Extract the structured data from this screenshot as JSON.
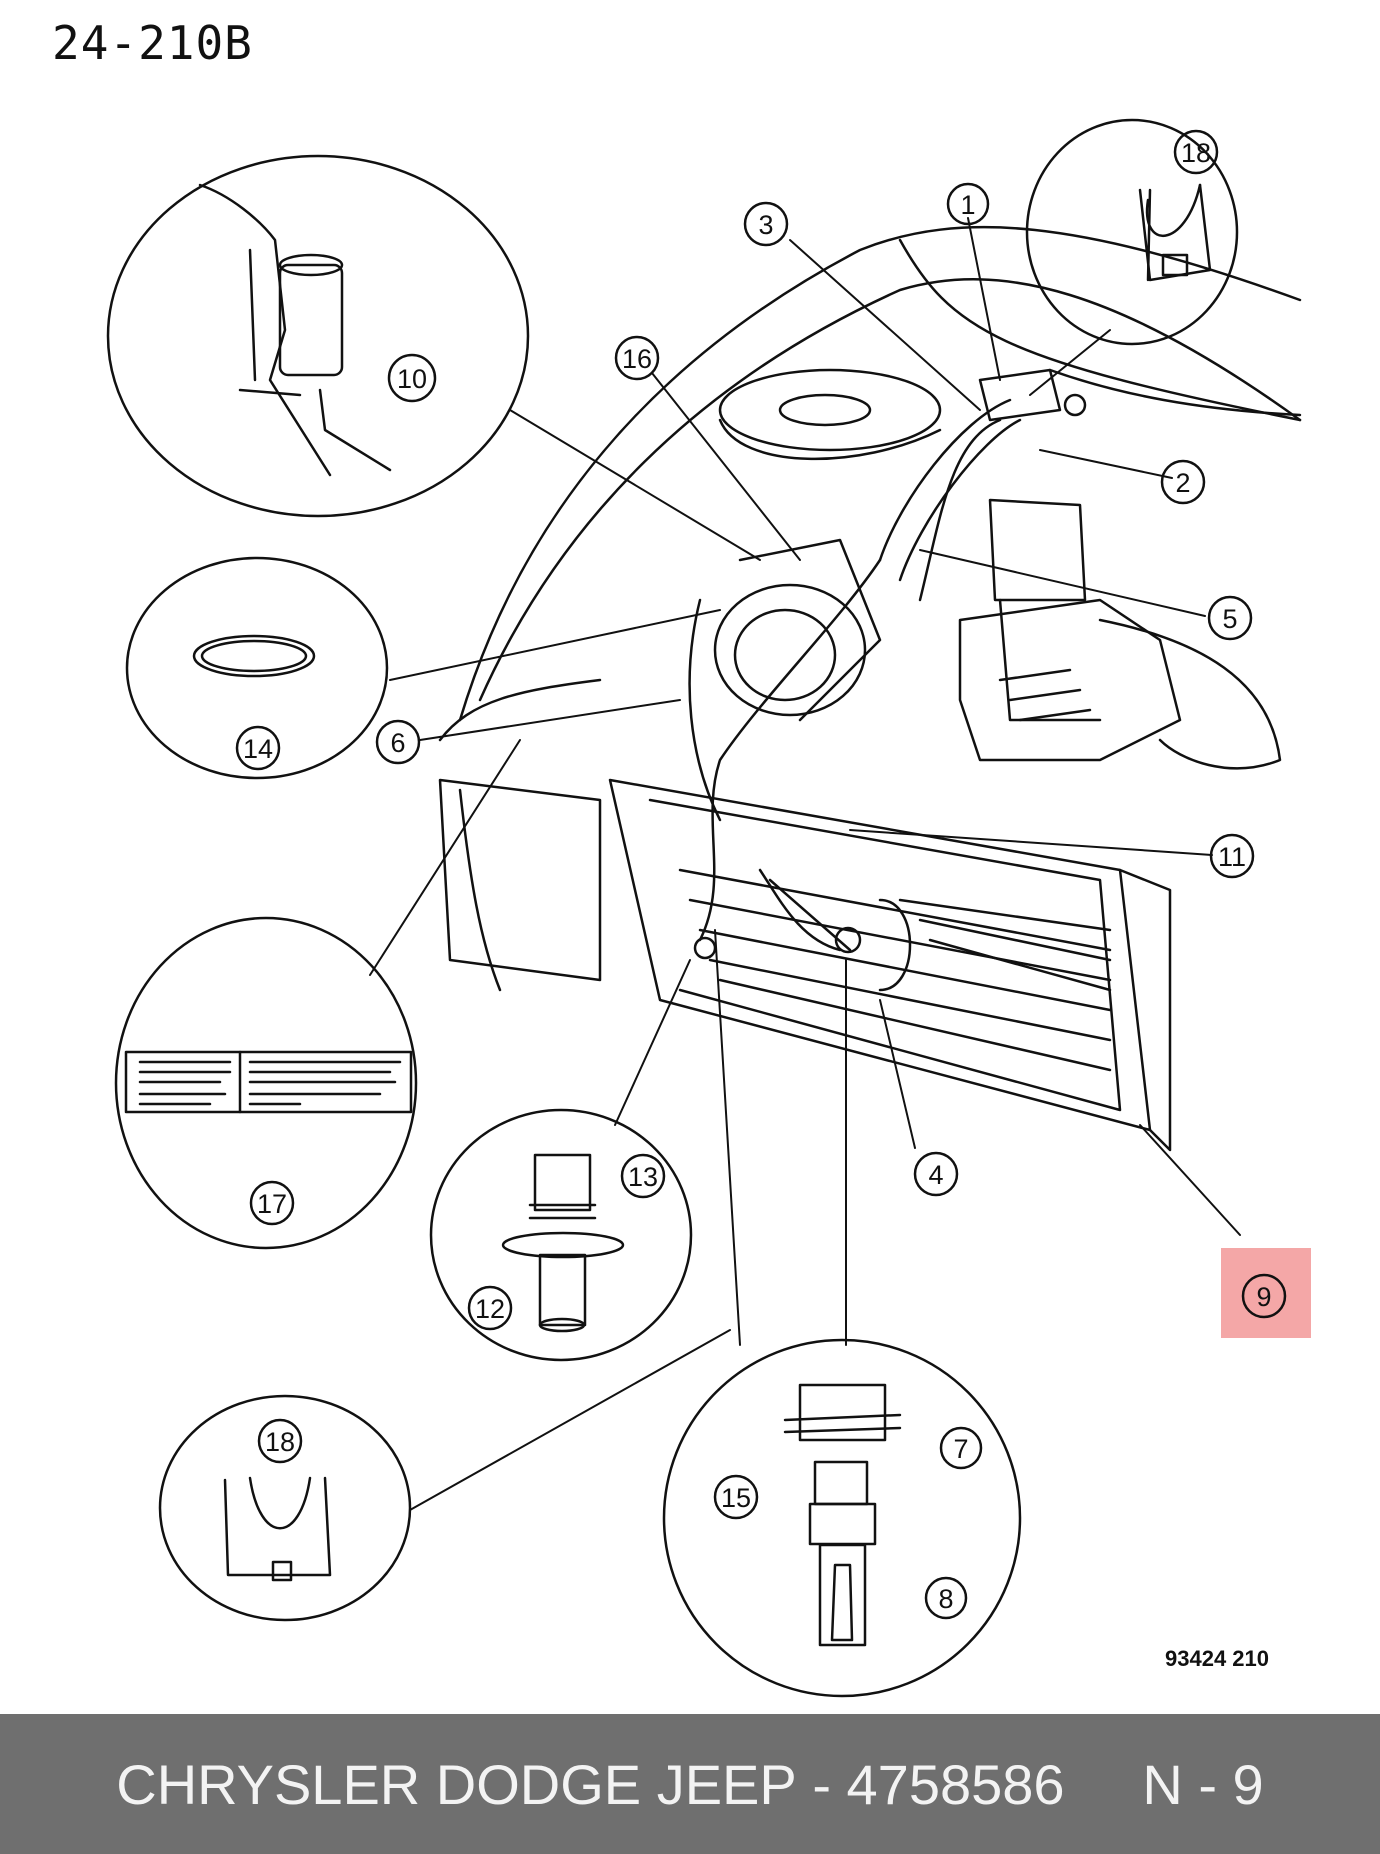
{
  "diagram": {
    "page_code": "24-210B",
    "drawing_code": "93424 210",
    "callouts": [
      "1",
      "2",
      "3",
      "4",
      "5",
      "6",
      "7",
      "8",
      "9",
      "10",
      "11",
      "12",
      "13",
      "14",
      "15",
      "16",
      "17",
      "18",
      "18"
    ],
    "highlighted_callout": "9",
    "highlight_color": "#f08a8a"
  },
  "footer": {
    "brand": "CHRYSLER DODGE JEEP",
    "separator": " - ",
    "part_number": "4758586",
    "gap": "     ",
    "index": "N - 9"
  },
  "colors": {
    "ink": "#111111",
    "footer_bg": "#6f6f6f",
    "footer_text": "#f3f3f3"
  }
}
